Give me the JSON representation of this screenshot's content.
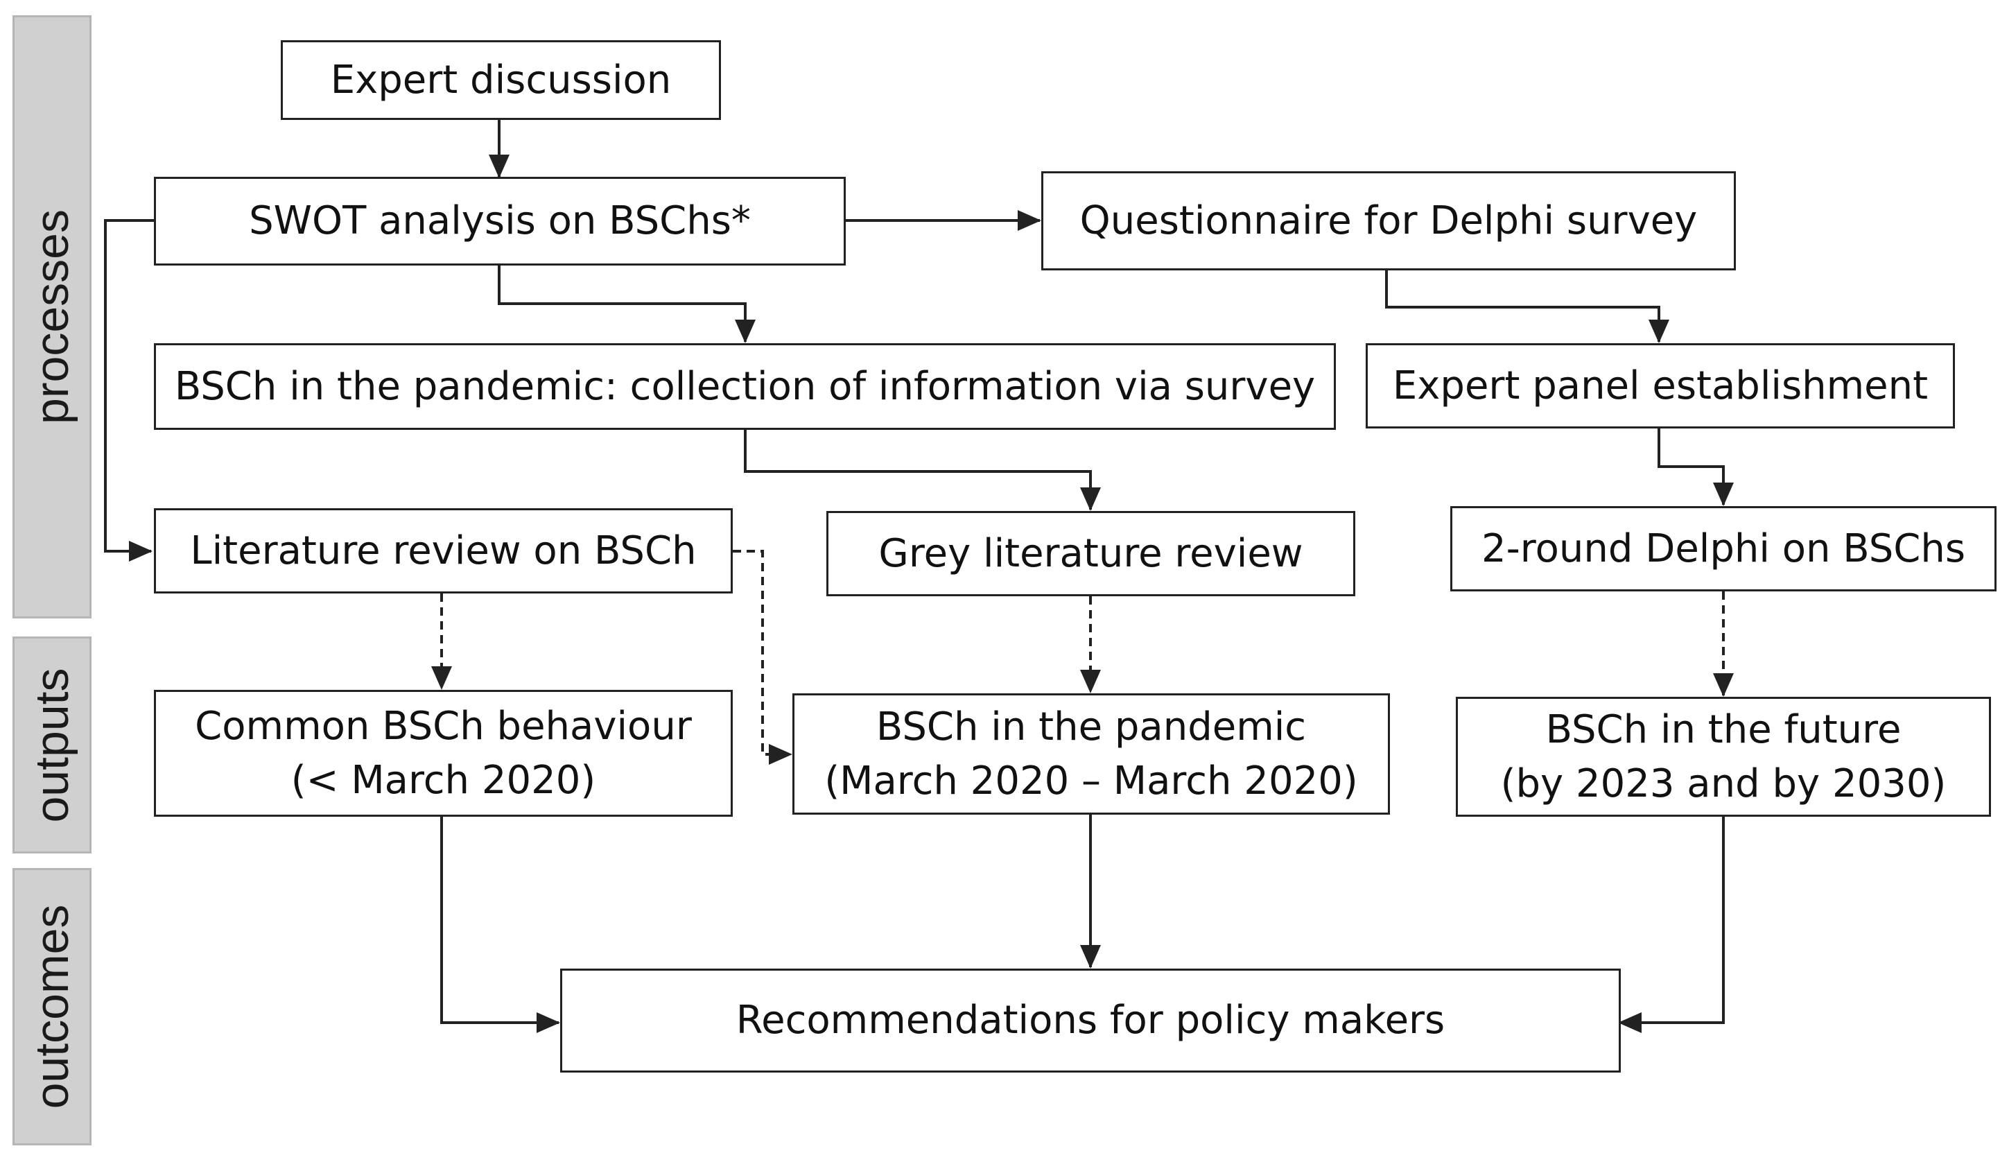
{
  "bands": {
    "processes": "processes",
    "outputs": "outputs",
    "outcomes": "outcomes"
  },
  "nodes": {
    "expert_discussion": "Expert discussion",
    "swot": "SWOT analysis on BSChs*",
    "questionnaire": "Questionnaire for Delphi survey",
    "pandemic_survey": "BSCh in the pandemic: collection of information via survey",
    "expert_panel": "Expert panel establishment",
    "literature_review": "Literature review on BSCh",
    "grey_literature": "Grey literature review",
    "delphi": "2-round Delphi on BSChs",
    "common_behaviour": [
      "Common BSCh behaviour",
      "(< March 2020)"
    ],
    "bsch_pandemic": [
      "BSCh in the pandemic",
      "(March 2020 – March 2020)"
    ],
    "bsch_future": [
      "BSCh in the future",
      "(by 2023 and by 2030)"
    ],
    "recommendations": "Recommendations for policy makers"
  },
  "colors": {
    "band_fill": "#d0d0d0",
    "box_border": "#222222",
    "arrow": "#222222"
  }
}
